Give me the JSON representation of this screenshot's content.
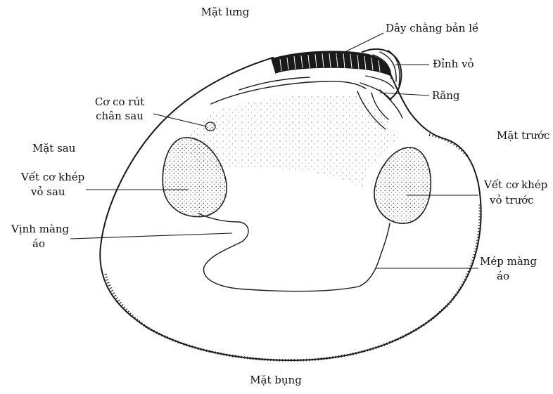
{
  "diagram": {
    "title": "",
    "labels": {
      "mat_lung": "Mặt lưng",
      "day_chang": "Dây chằng bản lề",
      "dinh_vo": "Đỉnh vỏ",
      "rang": "Răng",
      "co_co_rut_1": "Cơ co rút",
      "co_co_rut_2": "chân sau",
      "mat_sau": "Mặt sau",
      "mat_truoc": "Mặt trước",
      "vet_co_sau_1": "Vết cơ khép",
      "vet_co_sau_2": "vỏ sau",
      "vet_co_truoc_1": "Vết cơ khép",
      "vet_co_truoc_2": "vỏ trước",
      "vinh_1": "Vịnh màng",
      "vinh_2": "áo",
      "mep_1": "Mép màng",
      "mep_2": "áo",
      "mat_bung": "Mặt bụng"
    },
    "colors": {
      "ink": "#1a1a1a",
      "background": "#ffffff"
    }
  }
}
